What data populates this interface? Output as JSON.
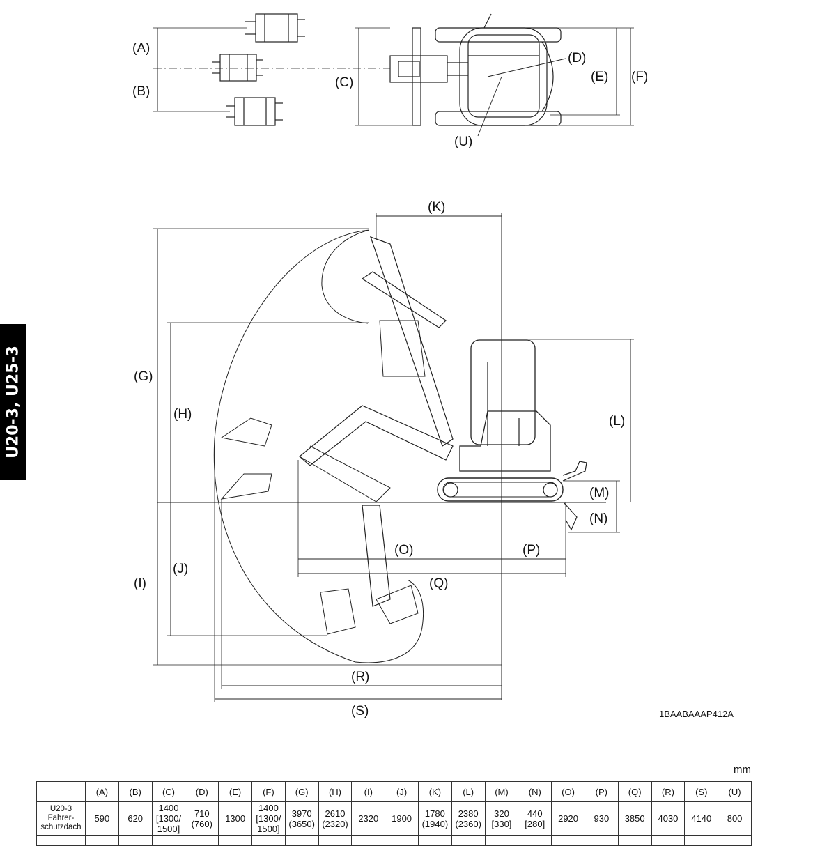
{
  "side_tab": {
    "label": "U20-3, U25-3"
  },
  "drawing": {
    "labels": {
      "A": "(A)",
      "B": "(B)",
      "C": "(C)",
      "D": "(D)",
      "E": "(E)",
      "F": "(F)",
      "G": "(G)",
      "H": "(H)",
      "I": "(I)",
      "J": "(J)",
      "K": "(K)",
      "L": "(L)",
      "M": "(M)",
      "N": "(N)",
      "O": "(O)",
      "P": "(P)",
      "Q": "(Q)",
      "R": "(R)",
      "S": "(S)",
      "U": "(U)"
    },
    "reference_code": "1BAABAAAP412A"
  },
  "spec_table": {
    "unit": "mm",
    "columns": [
      "(A)",
      "(B)",
      "(C)",
      "(D)",
      "(E)",
      "(F)",
      "(G)",
      "(H)",
      "(I)",
      "(J)",
      "(K)",
      "(L)",
      "(M)",
      "(N)",
      "(O)",
      "(P)",
      "(Q)",
      "(R)",
      "(S)",
      "(U)"
    ],
    "rows": [
      {
        "model": [
          "U20-3",
          "Fahrer-",
          "schutzdach"
        ],
        "values": [
          [
            "590"
          ],
          [
            "620"
          ],
          [
            "1400",
            "[1300/",
            "1500]"
          ],
          [
            "710",
            "(760)"
          ],
          [
            "1300"
          ],
          [
            "1400",
            "[1300/",
            "1500]"
          ],
          [
            "3970",
            "(3650)"
          ],
          [
            "2610",
            "(2320)"
          ],
          [
            "2320"
          ],
          [
            "1900"
          ],
          [
            "1780",
            "(1940)"
          ],
          [
            "2380",
            "(2360)"
          ],
          [
            "320",
            "[330]"
          ],
          [
            "440",
            "[280]"
          ],
          [
            "2920"
          ],
          [
            "930"
          ],
          [
            "3850"
          ],
          [
            "4030"
          ],
          [
            "4140"
          ],
          [
            "800"
          ]
        ]
      }
    ]
  }
}
